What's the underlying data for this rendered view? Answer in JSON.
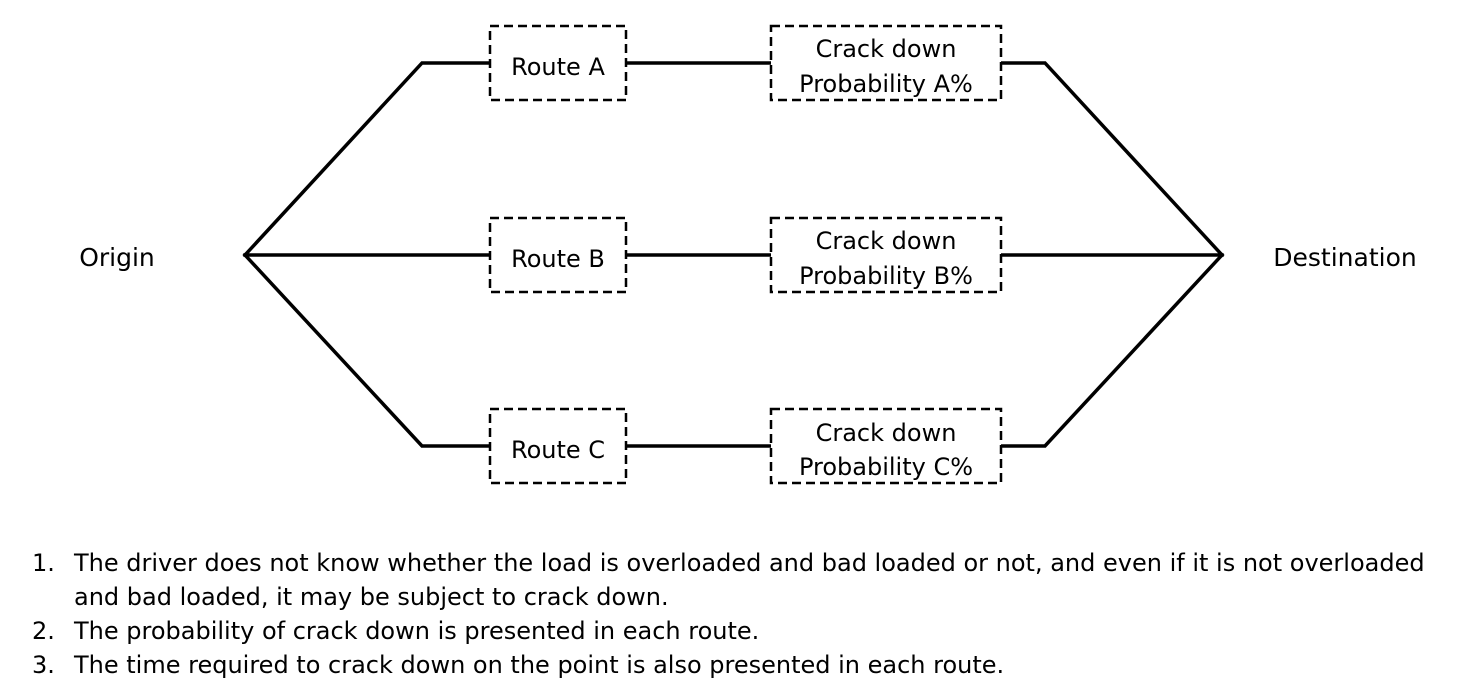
{
  "diagram": {
    "origin": "Origin",
    "destination": "Destination",
    "routes": [
      {
        "route_label": "Route A",
        "check_line1": "Crack down",
        "check_line2": "Probability A%"
      },
      {
        "route_label": "Route B",
        "check_line1": "Crack down",
        "check_line2": "Probability B%"
      },
      {
        "route_label": "Route C",
        "check_line1": "Crack down",
        "check_line2": "Probability C%"
      }
    ]
  },
  "notes": [
    {
      "number": "1.",
      "text": "The driver does not know whether the load is overloaded and bad loaded or not, and even if it is not overloaded and bad loaded, it may be subject to crack down."
    },
    {
      "number": "2.",
      "text": "The probability of crack down is presented in each route."
    },
    {
      "number": "3.",
      "text": "The time required to crack down on the point is also presented in each route."
    }
  ]
}
